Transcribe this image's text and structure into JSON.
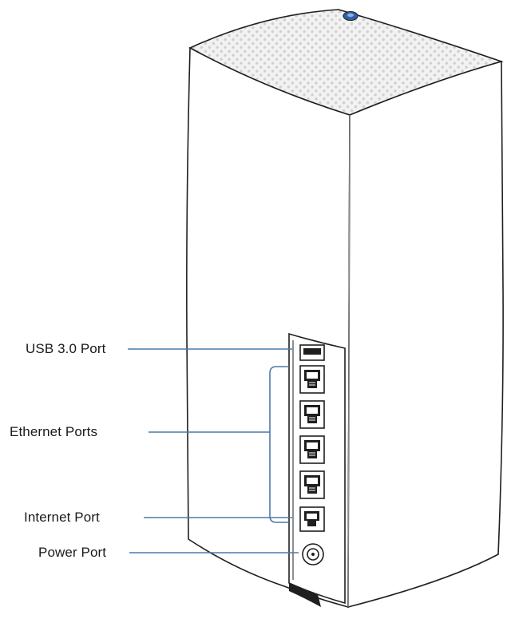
{
  "labels": {
    "usb_port": "USB 3.0 Port",
    "ethernet_ports": "Ethernet Ports",
    "internet_port": "Internet Port",
    "power_port": "Power Port"
  },
  "colors": {
    "outline": "#1f1f1f",
    "callout_line": "#4a7aa8",
    "status_light": "#2f5fa6",
    "background": "#ffffff"
  },
  "ethernet_port_count": 4
}
